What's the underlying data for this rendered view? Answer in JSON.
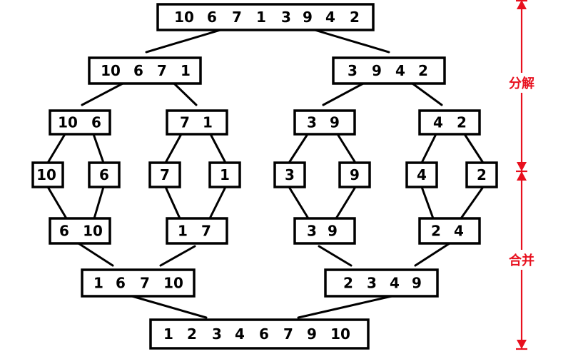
{
  "colors": {
    "box_stroke": "#000000",
    "axis": "#e8101e"
  },
  "phases": {
    "split": "分解",
    "merge": "合并"
  },
  "nodes": {
    "root": [
      "10",
      "6",
      "7",
      "1",
      "3",
      "9",
      "4",
      "2"
    ],
    "split_left": [
      "10",
      "6",
      "7",
      "1"
    ],
    "split_right": [
      "3",
      "9",
      "4",
      "2"
    ],
    "split_ll": [
      "10",
      "6"
    ],
    "split_lr": [
      "7",
      "1"
    ],
    "split_rl": [
      "3",
      "9"
    ],
    "split_rr": [
      "4",
      "2"
    ],
    "leaf_1": [
      "10"
    ],
    "leaf_2": [
      "6"
    ],
    "leaf_3": [
      "7"
    ],
    "leaf_4": [
      "1"
    ],
    "leaf_5": [
      "3"
    ],
    "leaf_6": [
      "9"
    ],
    "leaf_7": [
      "4"
    ],
    "leaf_8": [
      "2"
    ],
    "merge_ll": [
      "6",
      "10"
    ],
    "merge_lr": [
      "1",
      "7"
    ],
    "merge_rl": [
      "3",
      "9"
    ],
    "merge_rr": [
      "2",
      "4"
    ],
    "merge_left": [
      "1",
      "6",
      "7",
      "10"
    ],
    "merge_right": [
      "2",
      "3",
      "4",
      "9"
    ],
    "result": [
      "1",
      "2",
      "3",
      "4",
      "6",
      "7",
      "9",
      "10"
    ]
  }
}
